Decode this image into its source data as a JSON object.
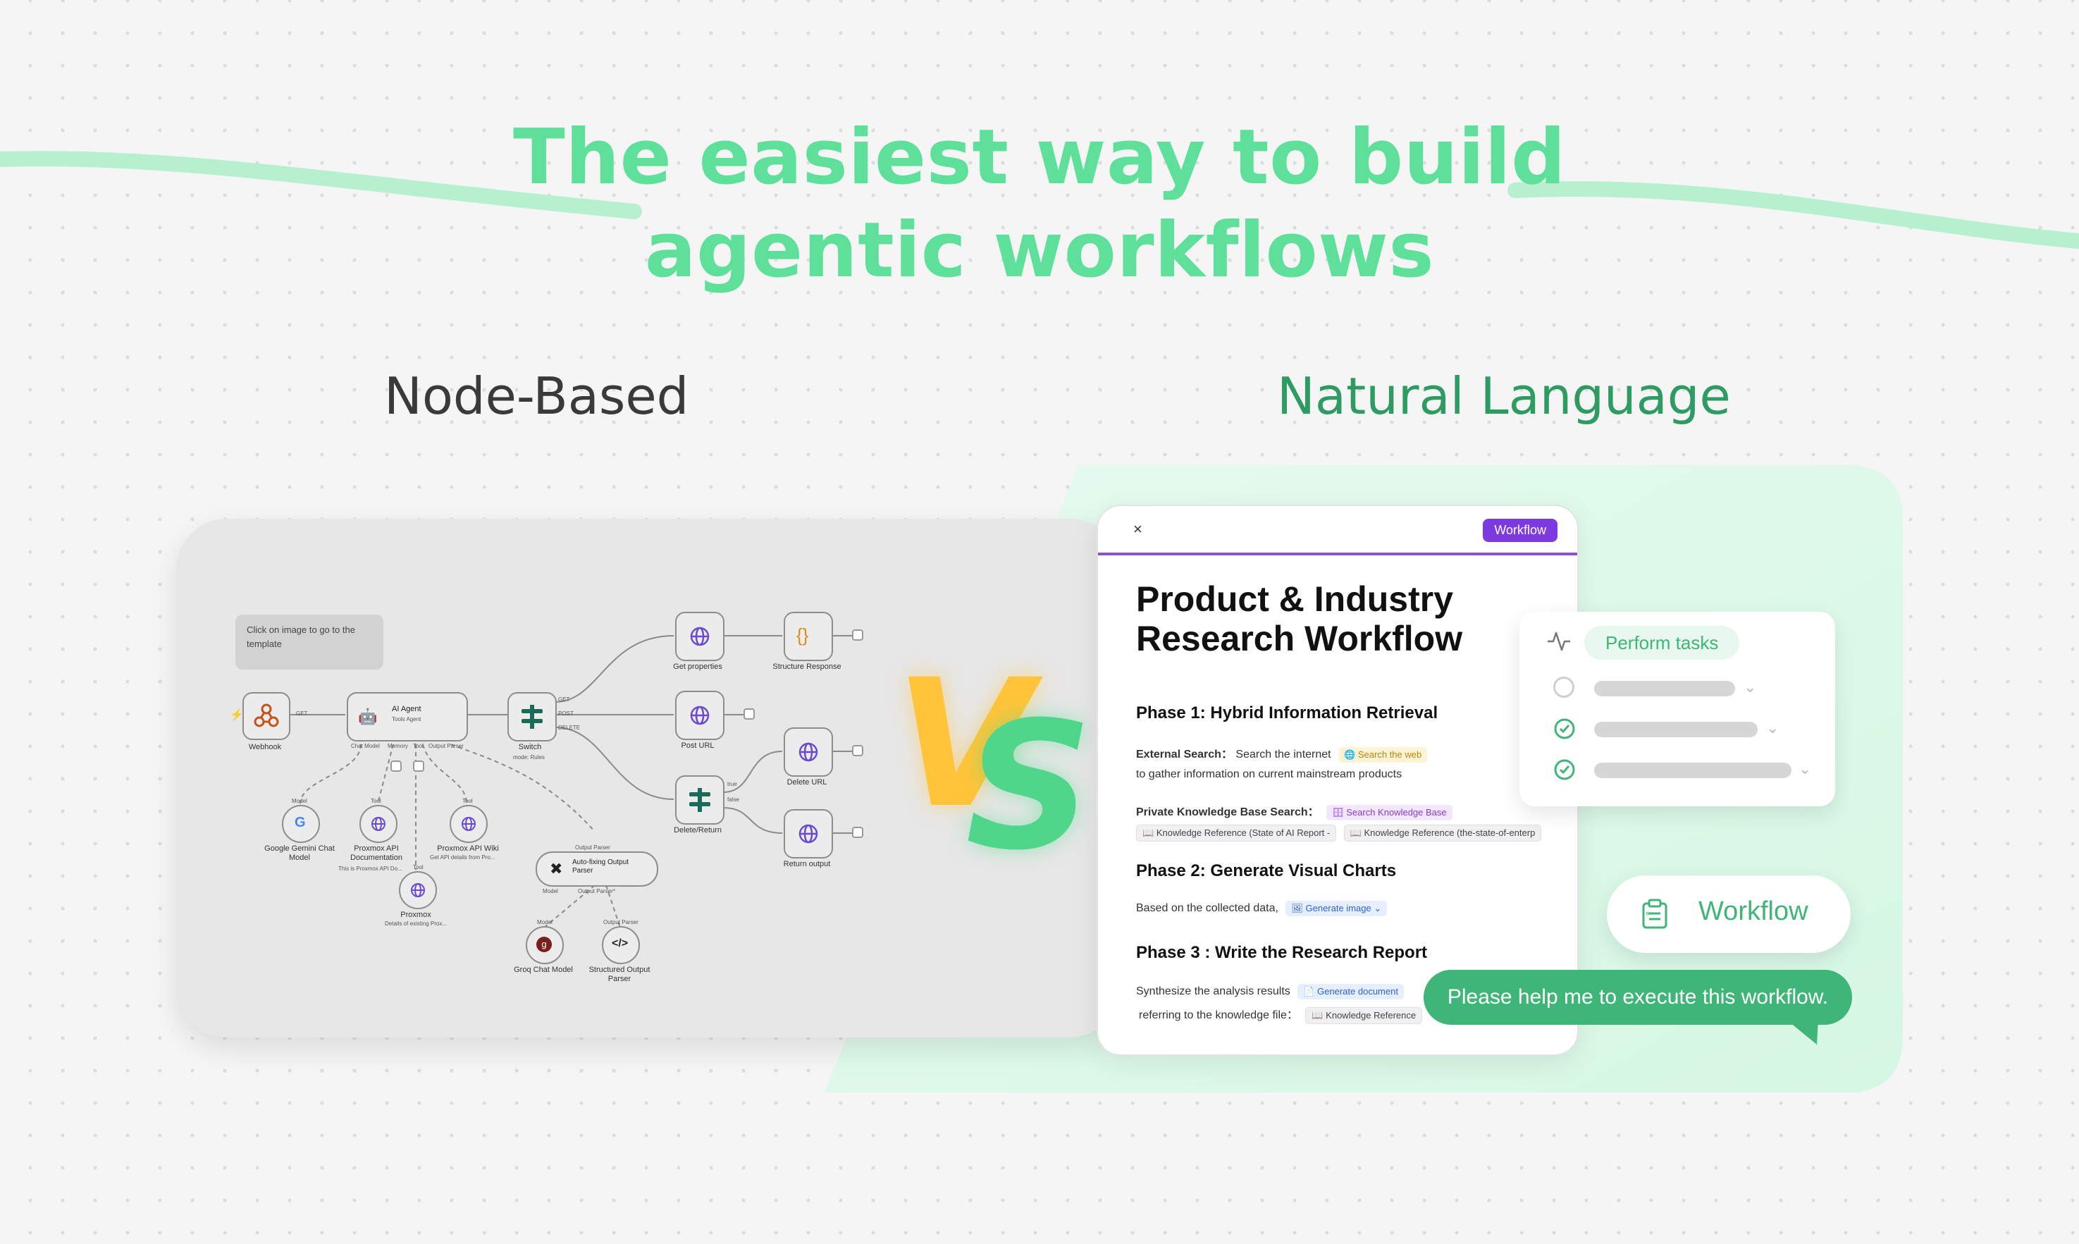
{
  "headline": {
    "line1": "The easiest way to build",
    "line2": "agentic workflows"
  },
  "left_title": "Node-Based",
  "right_title": "Natural Language",
  "vs": {
    "v": "V",
    "s": "S"
  },
  "node_graph": {
    "tooltip": "Click on image to go to the template",
    "nodes": {
      "webhook": "Webhook",
      "ai_agent": "AI Agent",
      "ai_agent_sub": "Tools Agent",
      "switch": "Switch",
      "switch_sub": "mode: Rules",
      "get_properties": "Get properties",
      "structure_response": "Structure Response",
      "post_url": "Post URL",
      "delete_url": "Delete URL",
      "delete_return": "Delete/Return",
      "return_output": "Return output",
      "google_gemini": "Google Gemini Chat Model",
      "proxmox_api_doc": "Proxmox API Documentation",
      "proxmox_api_doc_sub": "This is Proxmox API Do...",
      "proxmox_api_wiki": "Proxmox API Wiki",
      "proxmox_api_wiki_sub": "Get API details from Pro...",
      "proxmox": "Proxmox",
      "proxmox_sub": "Details of existing Prox...",
      "auto_fixing": "Auto-fixing Output Parser",
      "groq": "Groq Chat Model",
      "structured_output": "Structured Output Parser"
    },
    "edge_labels": {
      "get": "GET",
      "get2": "GET",
      "post": "POST",
      "delete": "DELETE",
      "true": "true",
      "false": "false",
      "chat_model": "Chat Model",
      "memory": "Memory",
      "tool": "Tool",
      "output_parser": "Output Parser",
      "model": "Model",
      "tool_label": "Tool",
      "output_parser_label": "Output Parser",
      "model_output_parser": "Model",
      "output_parser_short": "Output Parser*"
    }
  },
  "workflow_card": {
    "close": "×",
    "badge": "Workflow",
    "title": "Product & Industry Research Workflow",
    "phase1": "Phase 1: Hybrid Information Retrieval",
    "ext_label": "External Search：",
    "ext_text": "Search the internet",
    "ext_chip": "Search the web",
    "ext_text2": "to gather information on current mainstream products",
    "pkb_label": "Private Knowledge Base Search：",
    "pkb_chip": "Search Knowledge Base",
    "kr1": "Knowledge Reference (State of AI Report -",
    "kr2": "Knowledge Reference (the-state-of-enterp",
    "phase2": "Phase 2: Generate Visual Charts",
    "p2_text": "Based on the collected data,",
    "p2_chip": "Generate image",
    "phase3": "Phase 3 : Write the Research Report",
    "p3_text": "Synthesize the analysis results",
    "p3_chip": "Generate document",
    "p3_text2": "referring to the knowledge file：",
    "p3_chip2": "Knowledge Reference"
  },
  "tasks_card": {
    "title": "Perform tasks"
  },
  "workflow_button": {
    "label": "Workflow"
  },
  "chat_bubble": {
    "text": "Please help me to execute this workflow."
  },
  "colors": {
    "green": "#5fe09a",
    "dark_green": "#2e9b63",
    "purple": "#7c3ae0",
    "orange": "#ffc43a"
  }
}
